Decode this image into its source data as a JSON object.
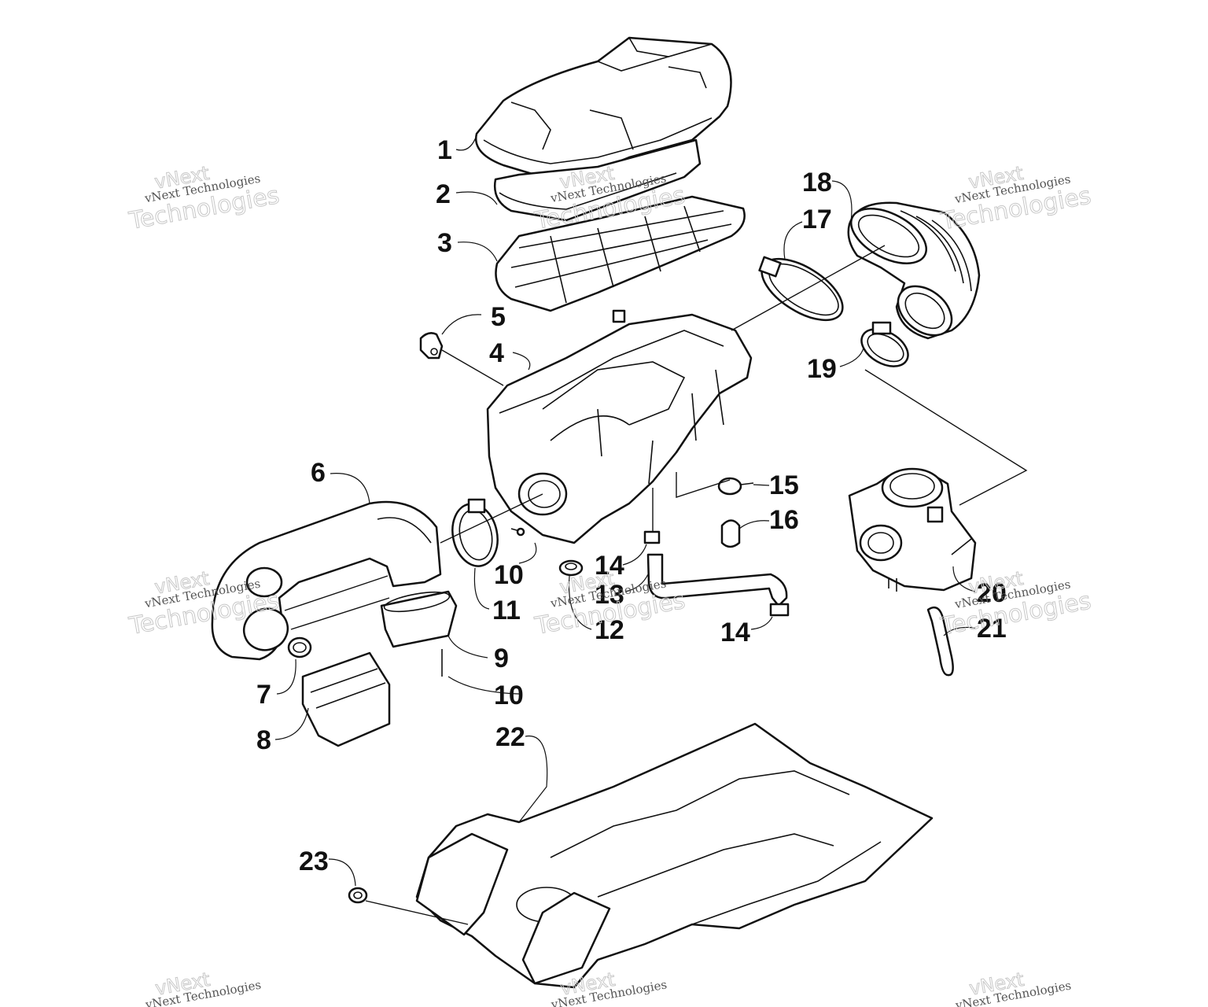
{
  "diagram": {
    "callouts": [
      {
        "id": "c1",
        "text": "1"
      },
      {
        "id": "c2",
        "text": "2"
      },
      {
        "id": "c3",
        "text": "3"
      },
      {
        "id": "c4",
        "text": "4"
      },
      {
        "id": "c5",
        "text": "5"
      },
      {
        "id": "c6",
        "text": "6"
      },
      {
        "id": "c7",
        "text": "7"
      },
      {
        "id": "c8",
        "text": "8"
      },
      {
        "id": "c9",
        "text": "9"
      },
      {
        "id": "c10a",
        "text": "10"
      },
      {
        "id": "c10b",
        "text": "10"
      },
      {
        "id": "c11",
        "text": "11"
      },
      {
        "id": "c12",
        "text": "12"
      },
      {
        "id": "c13",
        "text": "13"
      },
      {
        "id": "c14a",
        "text": "14"
      },
      {
        "id": "c14b",
        "text": "14"
      },
      {
        "id": "c15",
        "text": "15"
      },
      {
        "id": "c16",
        "text": "16"
      },
      {
        "id": "c17",
        "text": "17"
      },
      {
        "id": "c18",
        "text": "18"
      },
      {
        "id": "c19",
        "text": "19"
      },
      {
        "id": "c20",
        "text": "20"
      },
      {
        "id": "c21",
        "text": "21"
      },
      {
        "id": "c22",
        "text": "22"
      },
      {
        "id": "c23",
        "text": "23"
      }
    ],
    "watermark": {
      "line1": "vNext",
      "line2": "vNext Technologies",
      "line3": "Technologies"
    }
  }
}
